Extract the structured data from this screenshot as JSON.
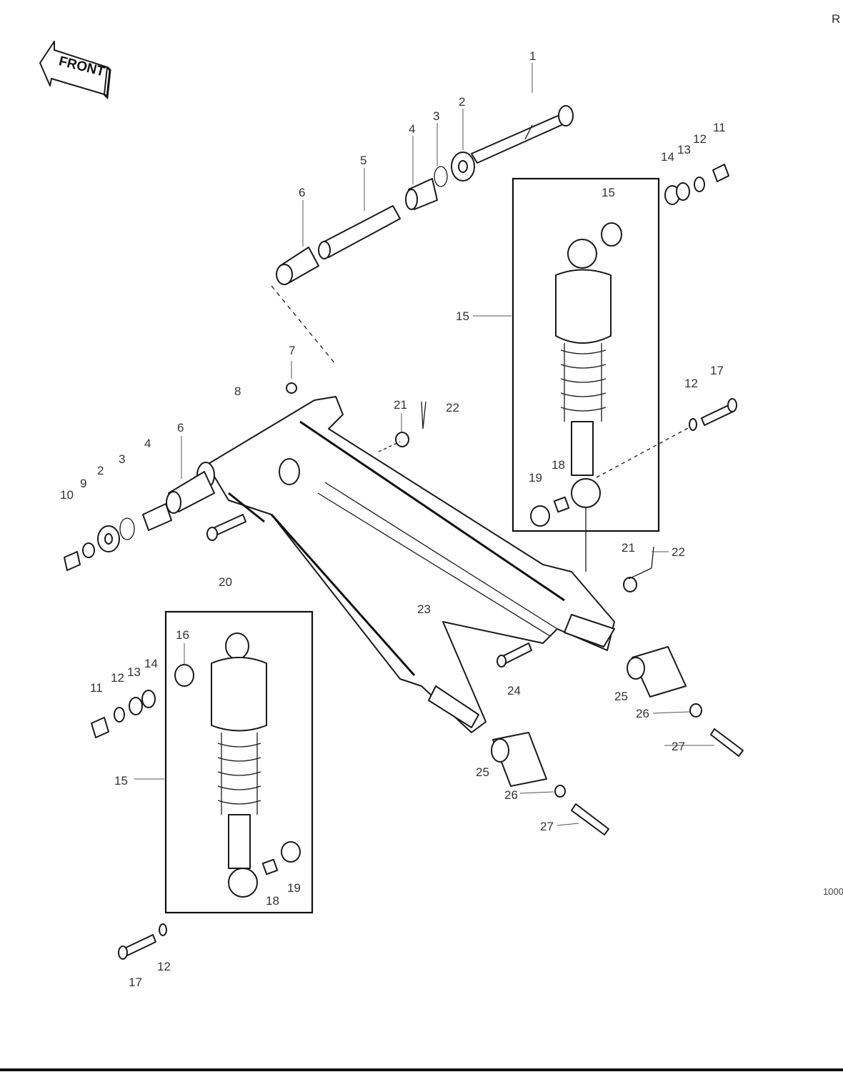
{
  "page": {
    "corner_mark": "R",
    "side_mark": "1000",
    "front_arrow_label": "FRONT"
  },
  "callouts": {
    "c1": "1",
    "c2a": "2",
    "c3a": "3",
    "c4a": "4",
    "c5": "5",
    "c6a": "6",
    "c11a": "11",
    "c12a": "12",
    "c13a": "13",
    "c14a": "14",
    "c15a": "15",
    "c15b": "15",
    "c7": "7",
    "c8": "8",
    "c21a": "21",
    "c22a": "22",
    "c17a": "17",
    "c12b": "12",
    "c18a": "18",
    "c19a": "19",
    "c6b": "6",
    "c4b": "4",
    "c3b": "3",
    "c2b": "2",
    "c9": "9",
    "c10": "10",
    "c20": "20",
    "c21b": "21",
    "c22b": "22",
    "c23": "23",
    "c24": "24",
    "c25a": "25",
    "c26a": "26",
    "c27a": "27",
    "c16": "16",
    "c14b": "14",
    "c13b": "13",
    "c12c": "12",
    "c11b": "11",
    "c15c": "15",
    "c25b": "25",
    "c26b": "26",
    "c27b": "27",
    "c18b": "18",
    "c19b": "19",
    "c12d": "12",
    "c17b": "17"
  }
}
